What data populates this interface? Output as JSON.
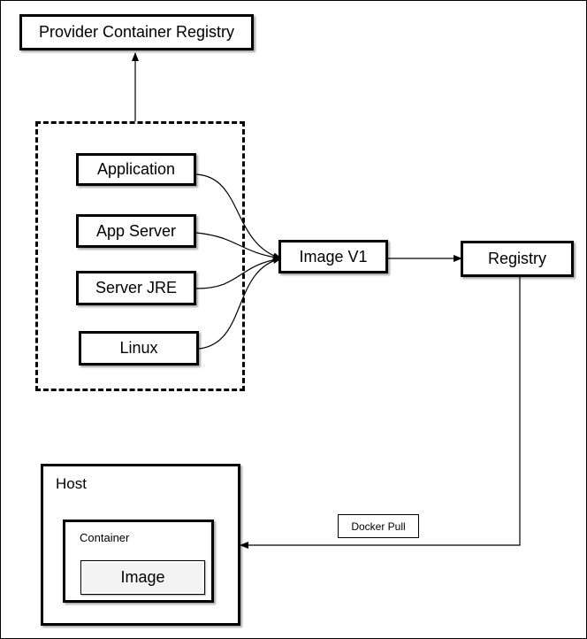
{
  "diagram": {
    "provider_registry": "Provider Container Registry",
    "layers": [
      "Application",
      "App Server",
      "Server JRE",
      "Linux"
    ],
    "image_v1": "Image V1",
    "registry": "Registry",
    "host": "Host",
    "container": "Container",
    "image": "Image",
    "docker_pull": "Docker Pull"
  }
}
